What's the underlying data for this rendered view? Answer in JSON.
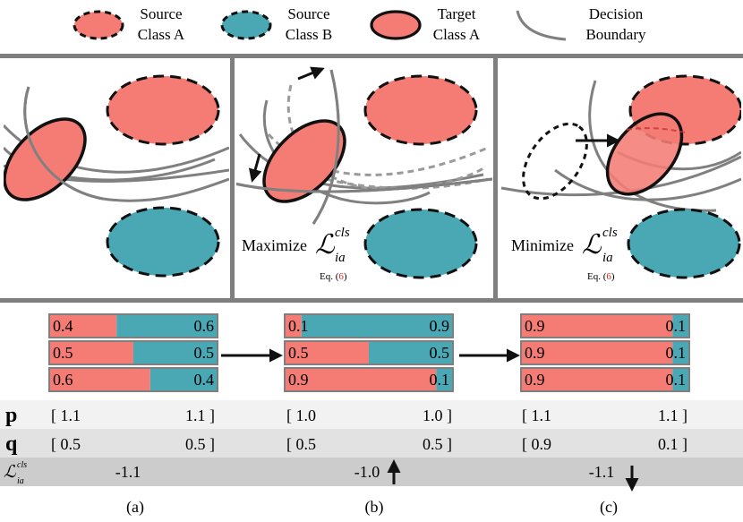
{
  "colors": {
    "salmon": "#f47c74",
    "teal": "#4aa8b5",
    "gray_line": "#808080",
    "panel_border": "#7f7f7f",
    "row_p_bg": "#f2f2f2",
    "row_q_bg": "#e2e2e2",
    "row_l_bg": "#cccccc",
    "eq_ref": "#d9261c"
  },
  "legend": {
    "source_a": [
      "Source",
      "Class A"
    ],
    "source_b": [
      "Source",
      "Class B"
    ],
    "target_a": [
      "Target",
      "Class A"
    ],
    "boundary": [
      "Decision",
      "Boundary"
    ]
  },
  "panels": {
    "b": {
      "text": "Maximize",
      "eq_prefix": "Eq. (",
      "eq_ref": "6",
      "eq_suffix": ")"
    },
    "c": {
      "text": "Minimize",
      "eq_prefix": "Eq. (",
      "eq_ref": "6",
      "eq_suffix": ")"
    }
  },
  "loss_symbol": {
    "base": "ℒ",
    "sup": "cls",
    "sub": "ia"
  },
  "bars": {
    "a": [
      {
        "left": 0.4,
        "right": 0.6
      },
      {
        "left": 0.5,
        "right": 0.5
      },
      {
        "left": 0.6,
        "right": 0.4
      }
    ],
    "b": [
      {
        "left": 0.1,
        "right": 0.9
      },
      {
        "left": 0.5,
        "right": 0.5
      },
      {
        "left": 0.9,
        "right": 0.1
      }
    ],
    "c": [
      {
        "left": 0.9,
        "right": 0.1
      },
      {
        "left": 0.9,
        "right": 0.1
      },
      {
        "left": 0.9,
        "right": 0.1
      }
    ]
  },
  "bar_labels": {
    "a": [
      [
        "0.4",
        "0.6"
      ],
      [
        "0.5",
        "0.5"
      ],
      [
        "0.6",
        "0.4"
      ]
    ],
    "b": [
      [
        "0.1",
        "0.9"
      ],
      [
        "0.5",
        "0.5"
      ],
      [
        "0.9",
        "0.1"
      ]
    ],
    "c": [
      [
        "0.9",
        "0.1"
      ],
      [
        "0.9",
        "0.1"
      ],
      [
        "0.9",
        "0.1"
      ]
    ]
  },
  "rows": {
    "p": {
      "label": "p",
      "a": [
        "[ 1.1",
        "1.1 ]"
      ],
      "b": [
        "[ 1.0",
        "1.0 ]"
      ],
      "c": [
        "[ 1.1",
        "1.1 ]"
      ]
    },
    "q": {
      "label": "q",
      "a": [
        "[ 0.5",
        "0.5 ]"
      ],
      "b": [
        "[ 0.5",
        "0.5 ]"
      ],
      "c": [
        "[ 0.9",
        "0.1 ]"
      ]
    },
    "loss": {
      "a": "-1.1",
      "b": "-1.0",
      "c": "-1.1",
      "b_arrow": "up",
      "c_arrow": "down"
    }
  },
  "captions": [
    "(a)",
    "(b)",
    "(c)"
  ]
}
